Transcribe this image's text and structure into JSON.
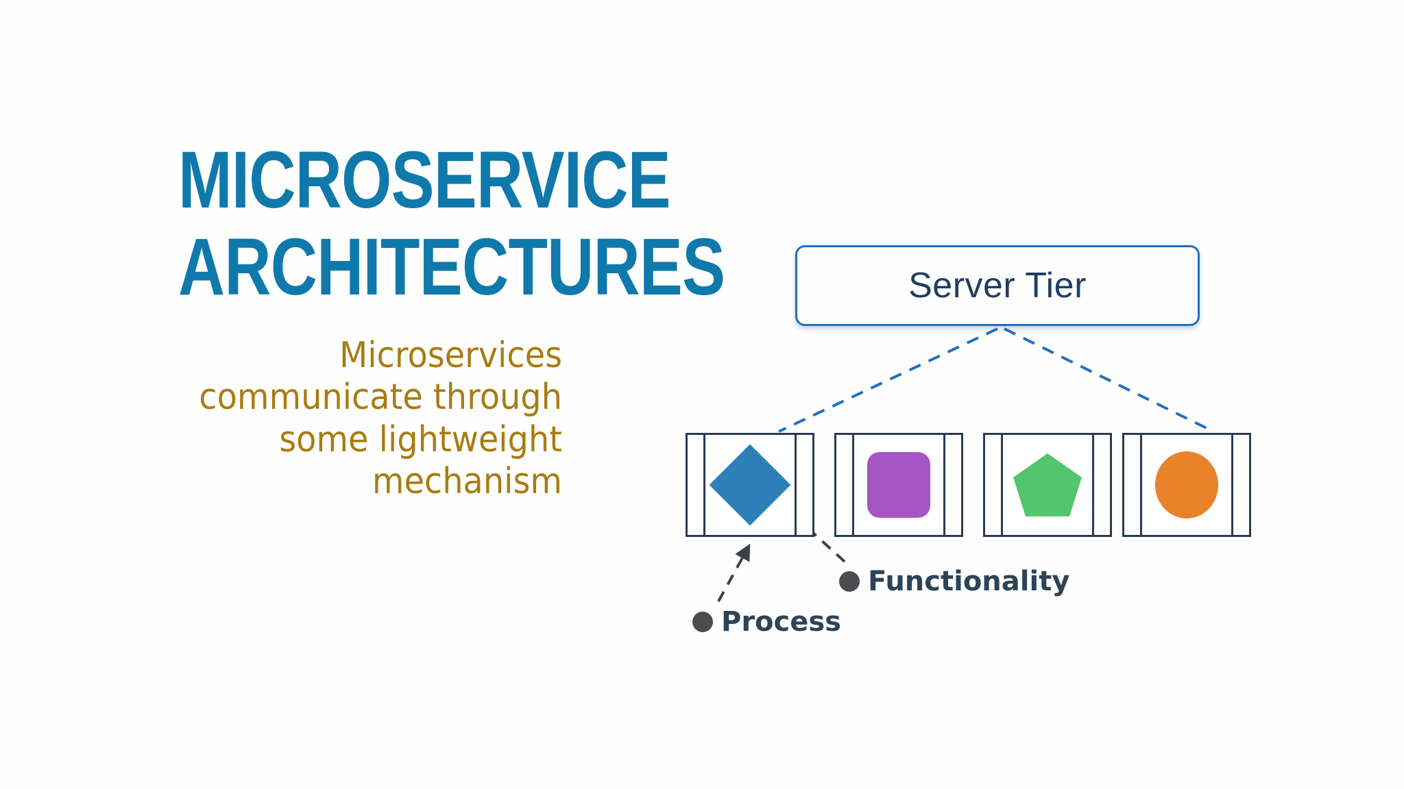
{
  "slide": {
    "background_color": "#fefefe",
    "title": {
      "color": "#0f79ab",
      "lines": [
        "MICROSERVICE",
        "ARCHITECTURES"
      ]
    },
    "subtitle": {
      "color": "#a87c11",
      "full_text": "Microservices communicate through some lightweight mechanism",
      "lines": [
        "Microservices",
        "communicate through",
        "some lightweight",
        "mechanism"
      ]
    }
  },
  "diagram": {
    "server_tier": {
      "label": "Server Tier",
      "border_color": "#2070c0",
      "text_color": "#1d3f63"
    },
    "connectors": {
      "style": "dashed",
      "color": "#2070c0",
      "count": 2,
      "from": "server-tier-bottom-center",
      "to": [
        "process-box-1",
        "process-box-4"
      ]
    },
    "process_boxes": [
      {
        "name": "process-box-1",
        "shape": "diamond",
        "shape_color": "#2e7fb8",
        "border_color": "#2b3a52"
      },
      {
        "name": "process-box-2",
        "shape": "rounded-square",
        "shape_color": "#a656c4",
        "border_color": "#2b3a52"
      },
      {
        "name": "process-box-3",
        "shape": "pentagon",
        "shape_color": "#53c56d",
        "border_color": "#2b3a52"
      },
      {
        "name": "process-box-4",
        "shape": "circle",
        "shape_color": "#e8822b",
        "border_color": "#2b3a52"
      }
    ],
    "callouts": [
      {
        "label": "Process",
        "dot_color": "#4c4c50",
        "text_color": "#2d4457",
        "points_to": "process-box-1-bottom-edge"
      },
      {
        "label": "Functionality",
        "dot_color": "#4c4c50",
        "text_color": "#2d4457",
        "points_to": "diamond-shape-in-process-box-1"
      }
    ],
    "callout_arrow_color": "#3c4049"
  }
}
